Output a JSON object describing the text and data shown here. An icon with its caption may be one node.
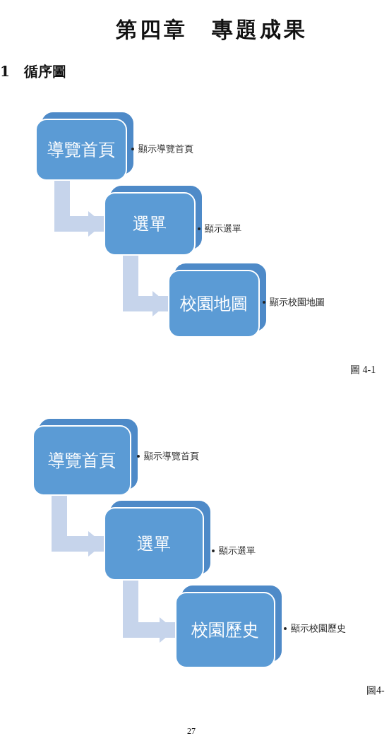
{
  "diagram": {
    "title": "第四章　專題成果",
    "nodes": [
      {
        "text": [
          "導覽首頁"
        ],
        "beside": [
          "顯示導覽首頁"
        ]
      },
      {
        "text": [
          "選單"
        ],
        "beside": [
          "顯示選單"
        ]
      },
      {
        "text": [
          "校園地圖"
        ],
        "beside": [
          "顯示校園地圖"
        ]
      },
      {
        "text": [
          "導覽首頁"
        ],
        "beside": [
          "顯示導覽首頁"
        ]
      },
      {
        "text": [
          "選單"
        ],
        "beside": [
          "顯示選單"
        ]
      },
      {
        "text": [
          "校園歷史"
        ],
        "beside": [
          "顯示校園歷史"
        ]
      }
    ],
    "edges": [
      {
        "from": 0,
        "to": 1,
        "arrow": "to"
      },
      {
        "from": 1,
        "to": 2,
        "arrow": "to"
      },
      {
        "from": 3,
        "to": 4,
        "arrow": "to"
      },
      {
        "from": 4,
        "to": 5,
        "arrow": "to"
      }
    ],
    "labels": [
      "1　循序圖",
      "圖 4-1",
      "圖4-",
      "27"
    ]
  }
}
